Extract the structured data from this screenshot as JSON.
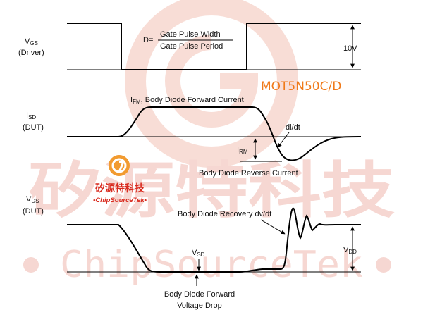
{
  "watermark": {
    "chinese": "矽源特科技",
    "latin": "ChipSourceTek"
  },
  "part_number": "MOT5N50C/D",
  "logo": {
    "chinese": "矽源特科技",
    "latin": "•ChipSourceTek•"
  },
  "vgs": {
    "label": "V",
    "sub": "GS",
    "label2": "(Driver)",
    "duty_lhs": "D=",
    "duty_num": "Gate Pulse Width",
    "duty_den": "Gate Pulse Period",
    "amplitude": "10V"
  },
  "isd": {
    "label": "I",
    "sub": "SD",
    "label2": "(DUT)",
    "ifm_main": "I",
    "ifm_sub": "FM",
    "ifm_rest": ", Body Diode Forward Current",
    "didt": "di/dt",
    "irm_main": "I",
    "irm_sub": "RM",
    "reverse": "Body Diode Reverse Current"
  },
  "vds": {
    "label": "V",
    "sub": "DS",
    "label2": "(DUT)",
    "recovery": "Body Diode Recovery dv/dt",
    "vsd_main": "V",
    "vsd_sub": "SD",
    "vdd_main": "V",
    "vdd_sub": "DD",
    "fwd_line1": "Body Diode Forward",
    "fwd_line2": "Voltage Drop"
  }
}
